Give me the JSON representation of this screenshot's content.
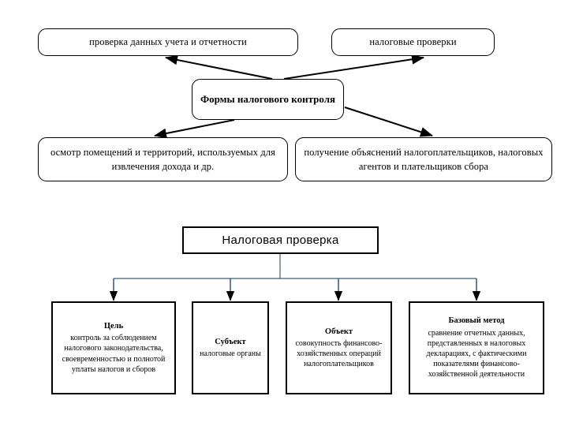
{
  "diagram": {
    "title_top": "Формы налогового контроля",
    "colors": {
      "line": "#000000",
      "tree_connector": "#4a6a82",
      "box_border": "#000000",
      "background": "#ffffff",
      "text": "#000000"
    },
    "top_cluster": {
      "center": "Формы налогового контроля",
      "branches": [
        {
          "id": "top-left",
          "label": "проверка данных учета и отчетности"
        },
        {
          "id": "top-right",
          "label": "налоговые проверки"
        },
        {
          "id": "bottom-left",
          "label": "осмотр помещений и территорий, используемых для извлечения дохода и др."
        },
        {
          "id": "bottom-right",
          "label": "получение объяснений налогоплательщиков, налоговых агентов и плательщиков сбора"
        }
      ]
    },
    "bottom_cluster": {
      "root": "Налоговая проверка",
      "children": [
        {
          "id": "goal",
          "heading": "Цель",
          "body": "контроль за соблюдением налогового законодательства, своевременностью и полнотой уплаты налогов и сборов"
        },
        {
          "id": "subject",
          "heading": "Субъект",
          "body": "налоговые органы"
        },
        {
          "id": "object",
          "heading": "Объект",
          "body": "совокупность финансово-хозяйственных операций налогоплательщиков"
        },
        {
          "id": "method",
          "heading": "Базовый метод",
          "body": "сравнение отчетных данных, представленных в налоговых декларациях, с фактическими показателями финансово-хозяйственной деятельности"
        }
      ]
    }
  }
}
